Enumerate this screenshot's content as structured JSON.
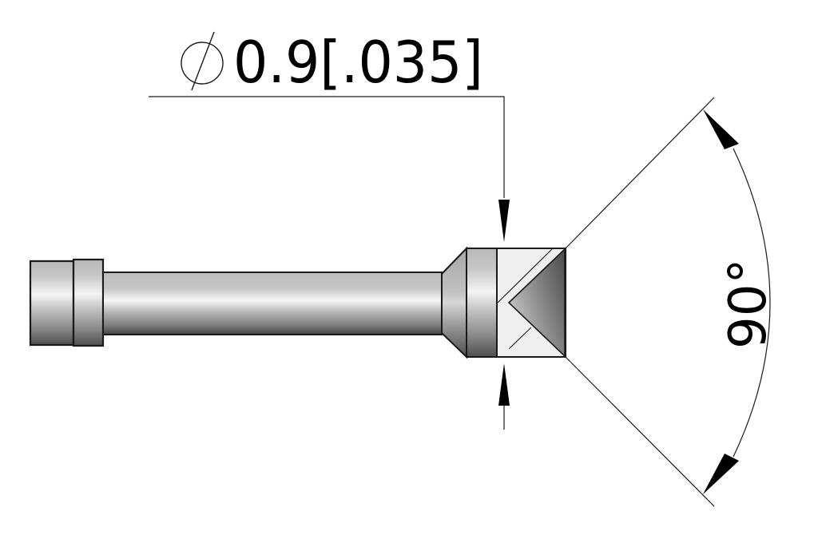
{
  "drawing": {
    "type": "technical-drawing",
    "subject": "probe tip with 90-degree prism end"
  },
  "dimensions": {
    "diameter": {
      "symbol": "⌀",
      "value_mm": "0.9",
      "value_in": "[.035]",
      "label": "0.9[.035]"
    },
    "angle": {
      "value": "90°"
    }
  },
  "colors": {
    "outline": "#1a1a1a",
    "metal_light": "#f2f2f2",
    "metal_mid": "#c4c4c4",
    "metal_dark": "#5a5a5a",
    "prism_face": "#eeeeee"
  }
}
